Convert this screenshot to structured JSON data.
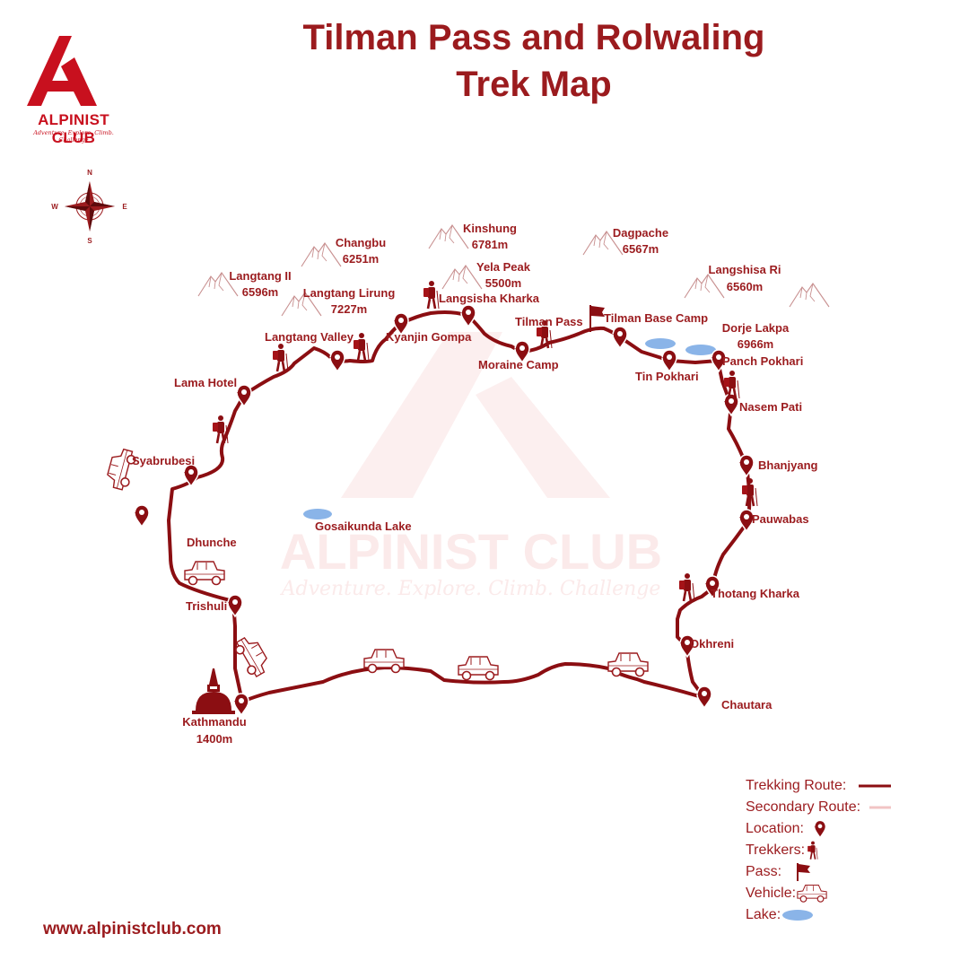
{
  "title_line1": "Tilman Pass and Rolwaling",
  "title_line2": "Trek Map",
  "brand": {
    "name": "ALPINIST CLUB",
    "tagline": "Adventure. Explore. Climb. Challenge",
    "color": "#c8101e"
  },
  "compass": {
    "n": "N",
    "s": "S",
    "e": "E",
    "w": "W"
  },
  "locations": [
    {
      "name": "Syabrubesi"
    },
    {
      "name": "Lama Hotel"
    },
    {
      "name": "Langtang Valley"
    },
    {
      "name": "Kyanjin Gompa"
    },
    {
      "name": "Langsisha Kharka"
    },
    {
      "name": "Moraine Camp"
    },
    {
      "name": "Tilman Pass"
    },
    {
      "name": "Tilman Base Camp"
    },
    {
      "name": "Tin Pokhari"
    },
    {
      "name": "Panch Pokhari"
    },
    {
      "name": "Nasem Pati"
    },
    {
      "name": "Bhanjyang"
    },
    {
      "name": "Pauwabas"
    },
    {
      "name": "Thotang Kharka"
    },
    {
      "name": "Okhreni"
    },
    {
      "name": "Chautara"
    },
    {
      "name": "Dhunche"
    },
    {
      "name": "Trishuli"
    },
    {
      "name": "Kathmandu",
      "elevation": "1400m"
    },
    {
      "name": "Gosaikunda Lake"
    }
  ],
  "peaks": [
    {
      "name": "Langtang II",
      "elevation": "6596m"
    },
    {
      "name": "Changbu",
      "elevation": "6251m"
    },
    {
      "name": "Langtang Lirung",
      "elevation": "7227m"
    },
    {
      "name": "Kinshung",
      "elevation": "6781m"
    },
    {
      "name": "Yela Peak",
      "elevation": "5500m"
    },
    {
      "name": "Dagpache",
      "elevation": "6567m"
    },
    {
      "name": "Langshisa Ri",
      "elevation": "6560m"
    },
    {
      "name": "Dorje Lakpa",
      "elevation": "6966m"
    }
  ],
  "legend": {
    "trekking_route": "Trekking Route:",
    "secondary_route": "Secondary Route:",
    "location": "Location:",
    "trekkers": "Trekkers:",
    "pass": "Pass:",
    "vehicle": "Vehicle:",
    "lake": "Lake:"
  },
  "website": "www.alpinistclub.com",
  "colors": {
    "route": "#8b0e12",
    "label": "#9b1b1e",
    "secondary_route": "#f2c4c4",
    "lake": "#8ab4e8",
    "watermark": "#fbeaea"
  }
}
